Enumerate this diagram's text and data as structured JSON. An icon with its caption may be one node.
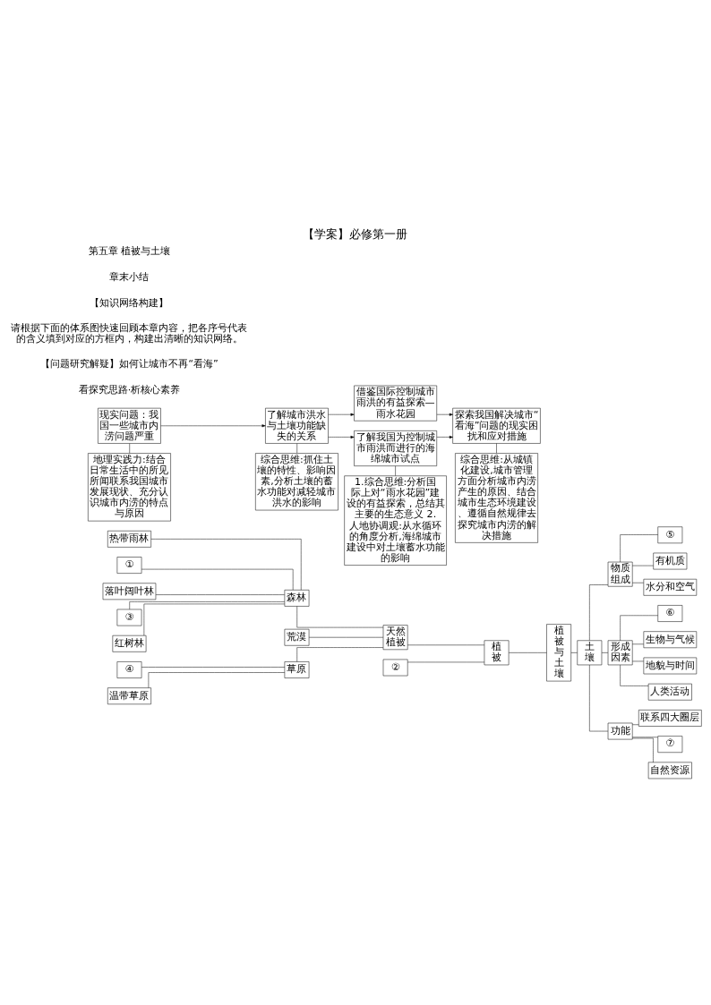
{
  "diagram": {
    "title": "【学案】必修第一册",
    "nodes": [
      {
        "text": [
          "热带雨林"
        ]
      },
      {
        "text": [
          "①"
        ]
      },
      {
        "text": [
          "落叶阔叶林"
        ]
      },
      {
        "text": [
          "③"
        ]
      },
      {
        "text": [
          "红树林"
        ]
      },
      {
        "text": [
          "④"
        ]
      },
      {
        "text": [
          "温带草原"
        ]
      },
      {
        "text": [
          "森林"
        ]
      },
      {
        "text": [
          "荒漠"
        ]
      },
      {
        "text": [
          "草原"
        ]
      },
      {
        "text": [
          "②"
        ]
      },
      {
        "text": [
          "天然植被"
        ]
      },
      {
        "text": [
          "植被"
        ]
      },
      {
        "text": [
          "植被与土壤"
        ]
      },
      {
        "text": [
          "土壤"
        ]
      },
      {
        "text": [
          "物质组成"
        ]
      },
      {
        "text": [
          "形成因素"
        ]
      },
      {
        "text": [
          "功能"
        ]
      },
      {
        "text": [
          "⑤"
        ]
      },
      {
        "text": [
          "有机质"
        ]
      },
      {
        "text": [
          "水分和空气"
        ]
      },
      {
        "text": [
          "⑥"
        ]
      },
      {
        "text": [
          "生物与气候"
        ]
      },
      {
        "text": [
          "地貌与时间"
        ]
      },
      {
        "text": [
          "人类活动"
        ]
      },
      {
        "text": [
          "联系四大圈层"
        ]
      },
      {
        "text": [
          "⑦"
        ]
      },
      {
        "text": [
          "自然资源"
        ]
      },
      {
        "text": [
          "现实问题：我国一些城市内涝问题严重"
        ]
      },
      {
        "text": [
          "了解城市洪水与土壤功能缺失的关系"
        ]
      },
      {
        "text": [
          "借鉴国际控制城市雨洪的有益探索—雨水花园"
        ]
      },
      {
        "text": [
          "了解我国为控制城市雨洪而进行的海绵城市试点"
        ]
      },
      {
        "text": [
          "探索我国解决城市“看海”问题的现实困扰和应对措施"
        ]
      },
      {
        "text": [
          "地理实践力:结合日常生活中的所见所闻联系我国城市发展现状、充分认识城市内涝的特点与原因"
        ]
      },
      {
        "text": [
          "综合思维:抓住土壤的特性、影响因素,分析土壤的蓄水功能对减轻城市洪水的影响"
        ]
      },
      {
        "text": [
          "1.综合思维:分析国际上对“雨水花园”建设的有益探索，总结其主要的生态意义 2.人地协调观:从水循环的角度分析,海绵城市建设中对土壤蓄水功能的影响"
        ]
      },
      {
        "text": [
          "综合思维:从城镇化建设,城市管理方面分析城市内涝产生的原因、结合城市生态环境建设、遵循自然规律去探究城市内涝的解决措施"
        ]
      }
    ],
    "edges": [
      {
        "from": 0,
        "to": 7,
        "arrow": "none"
      },
      {
        "from": 1,
        "to": 7,
        "arrow": "none"
      },
      {
        "from": 2,
        "to": 7,
        "arrow": "none"
      },
      {
        "from": 3,
        "to": 7,
        "arrow": "none"
      },
      {
        "from": 4,
        "to": 7,
        "arrow": "none"
      },
      {
        "from": 5,
        "to": 9,
        "arrow": "none"
      },
      {
        "from": 6,
        "to": 9,
        "arrow": "none"
      },
      {
        "from": 7,
        "to": 11,
        "arrow": "none"
      },
      {
        "from": 8,
        "to": 11,
        "arrow": "none"
      },
      {
        "from": 9,
        "to": 11,
        "arrow": "none"
      },
      {
        "from": 10,
        "to": 12,
        "arrow": "none"
      },
      {
        "from": 11,
        "to": 12,
        "arrow": "none"
      },
      {
        "from": 12,
        "to": 13,
        "arrow": "none"
      },
      {
        "from": 13,
        "to": 14,
        "arrow": "none"
      },
      {
        "from": 14,
        "to": 15,
        "arrow": "none"
      },
      {
        "from": 14,
        "to": 16,
        "arrow": "none"
      },
      {
        "from": 14,
        "to": 17,
        "arrow": "none"
      },
      {
        "from": 15,
        "to": 18,
        "arrow": "none"
      },
      {
        "from": 15,
        "to": 19,
        "arrow": "none"
      },
      {
        "from": 15,
        "to": 20,
        "arrow": "none"
      },
      {
        "from": 16,
        "to": 21,
        "arrow": "none"
      },
      {
        "from": 16,
        "to": 22,
        "arrow": "none"
      },
      {
        "from": 16,
        "to": 23,
        "arrow": "none"
      },
      {
        "from": 16,
        "to": 24,
        "arrow": "none"
      },
      {
        "from": 17,
        "to": 25,
        "arrow": "none"
      },
      {
        "from": 17,
        "to": 26,
        "arrow": "none"
      },
      {
        "from": 17,
        "to": 27,
        "arrow": "none"
      },
      {
        "from": 28,
        "to": 29,
        "arrow": "to"
      },
      {
        "from": 29,
        "to": 30,
        "arrow": "to"
      },
      {
        "from": 29,
        "to": 31,
        "arrow": "to"
      },
      {
        "from": 30,
        "to": 32,
        "arrow": "to"
      },
      {
        "from": 31,
        "to": 32,
        "arrow": "to"
      },
      {
        "from": 28,
        "to": 33,
        "arrow": "none"
      },
      {
        "from": 29,
        "to": 34,
        "arrow": "none"
      },
      {
        "from": 31,
        "to": 35,
        "arrow": "none"
      },
      {
        "from": 32,
        "to": 36,
        "arrow": "none"
      }
    ],
    "labels": [
      "第五章 植被与土壤",
      "章末小结",
      "【知识网络构建】",
      "请根据下面的体系图快速回顾本章内容，把各序号代表的含义填到对应的方框内，构建出清晰的知识网络。",
      "【问题研究解疑】如何让城市不再“看海”",
      "看探究思路·析核心素养"
    ]
  }
}
